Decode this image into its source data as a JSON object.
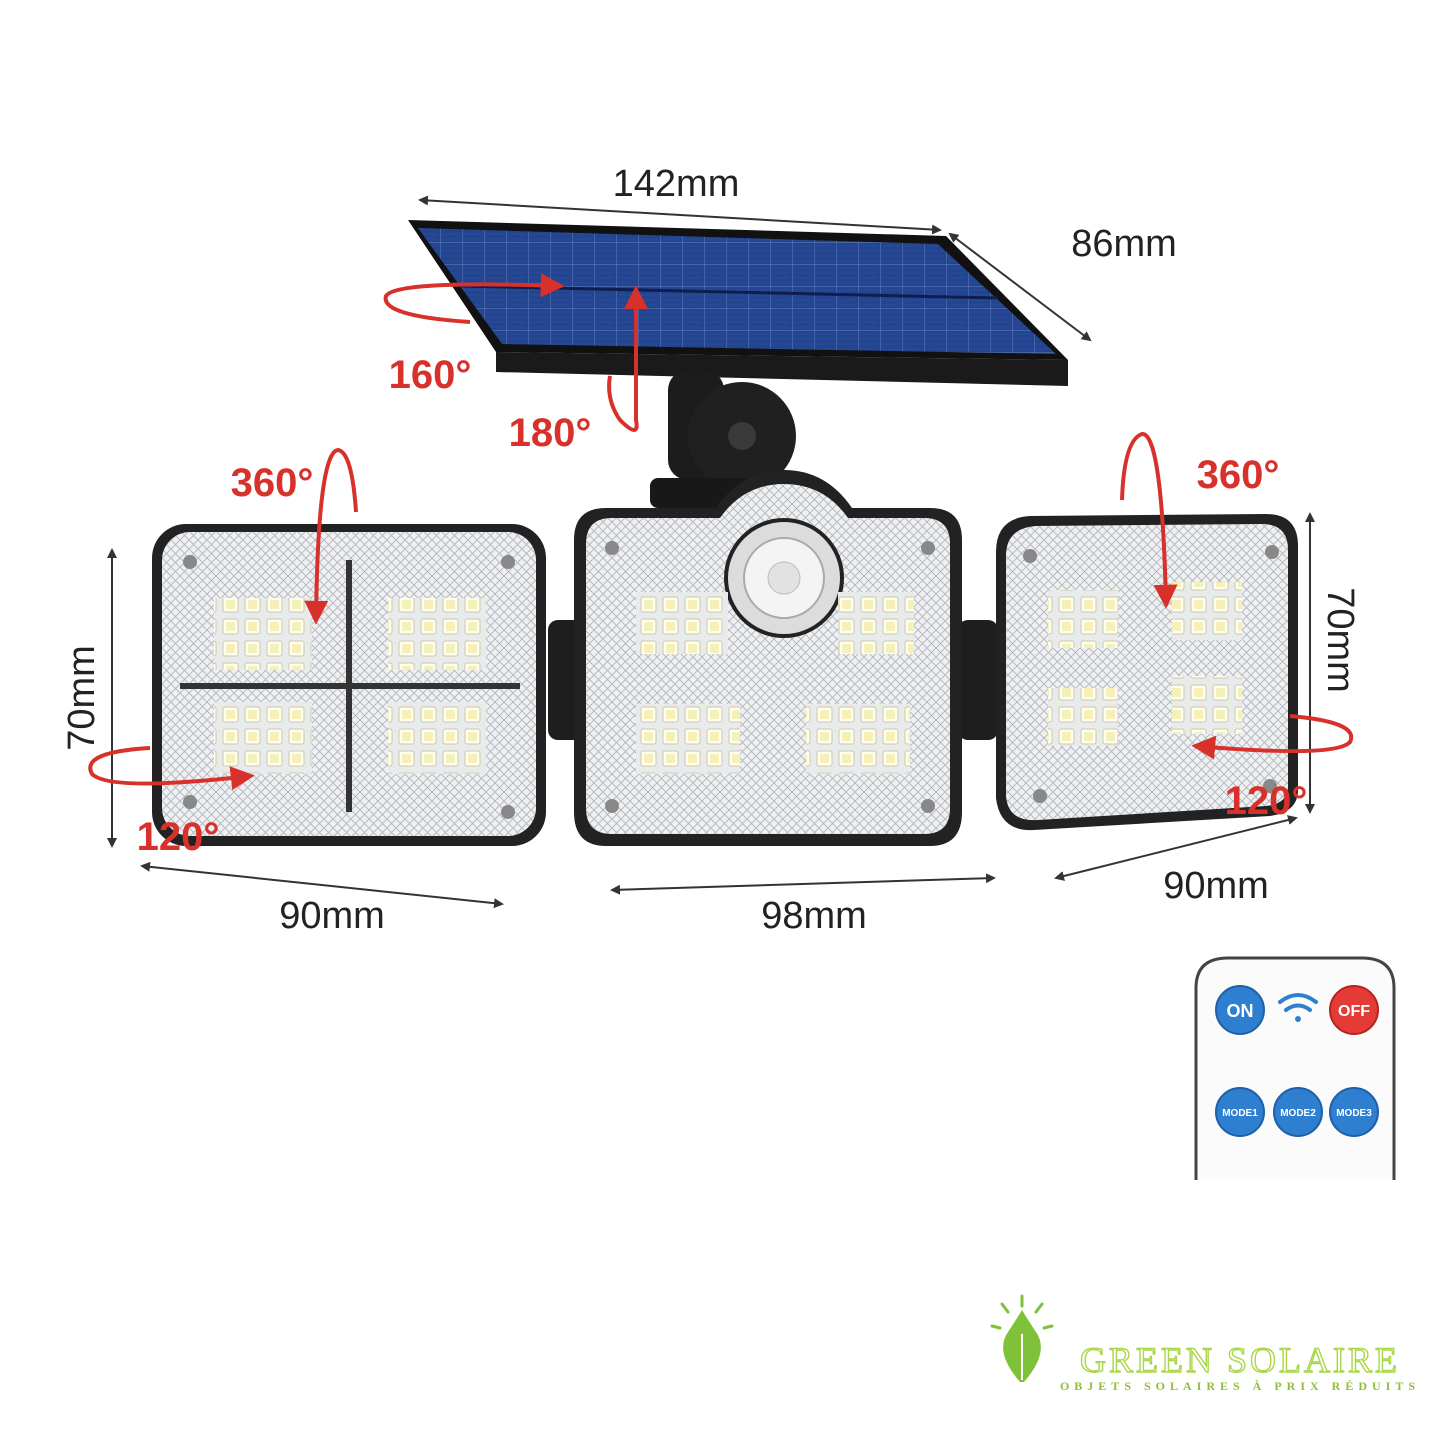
{
  "dimensions": {
    "panel_width": "142mm",
    "panel_depth": "86mm",
    "left_height": "70mm",
    "left_width": "90mm",
    "center_width": "98mm",
    "right_width": "90mm",
    "right_height": "70mm"
  },
  "angles": {
    "panel_horizontal": "160°",
    "panel_vertical": "180°",
    "left_vertical": "360°",
    "left_horizontal": "120°",
    "right_vertical": "360°",
    "right_horizontal": "120°"
  },
  "remote": {
    "on_label": "ON",
    "off_label": "OFF",
    "mode1_label": "MODE1",
    "mode2_label": "MODE2",
    "mode3_label": "MODE3",
    "signal_icon": "wifi-signal-icon"
  },
  "brand": {
    "name": "GREEN SOLAIRE",
    "tagline": "OBJETS SOLAIRES À PRIX RÉDUITS",
    "icon": "leaf-bulb-icon"
  },
  "colors": {
    "arrow_red": "#d8302a",
    "panel_blue": "#1f3c8c",
    "remote_blue": "#2f7fd0",
    "remote_red": "#e33b36",
    "brand_green": "#8fbf3a"
  }
}
